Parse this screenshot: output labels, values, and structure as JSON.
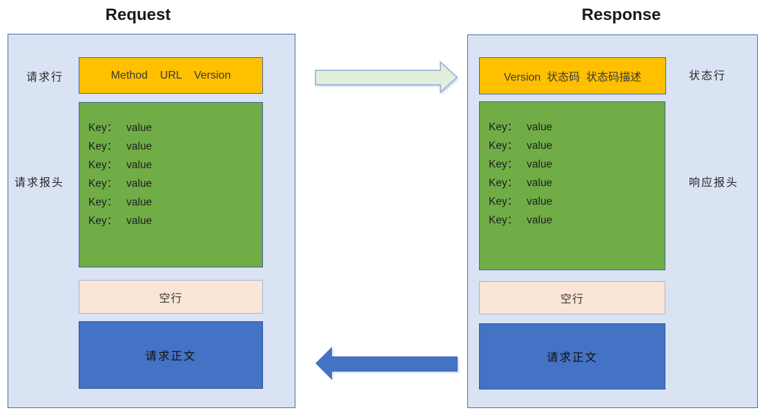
{
  "titles": {
    "request": "Request",
    "response": "Response"
  },
  "request_panel": {
    "line_label": "请求行",
    "line_box": "Method    URL    Version",
    "headers_label": "请求报头",
    "header_lines": [
      "Key：   value",
      "Key：   value",
      "Key：   value",
      "Key：   value",
      "Key：   value",
      "Key：   value"
    ],
    "blank_line": "空行",
    "body": "请求正文"
  },
  "response_panel": {
    "line_label": "状态行",
    "line_box": "Version  状态码  状态码描述",
    "headers_label": "响应报头",
    "header_lines": [
      "Key：   value",
      "Key：   value",
      "Key：   value",
      "Key：   value",
      "Key：   value",
      "Key：   value"
    ],
    "blank_line": "空行",
    "body": "请求正文"
  },
  "colors": {
    "panel_fill": "#DAE3F3",
    "panel_border": "#4A6DA7",
    "line_box_fill": "#FFC000",
    "headers_box_fill": "#70AD47",
    "blank_box_fill": "#FBE5D6",
    "body_box_fill": "#4472C4",
    "forward_arrow_fill": "#E2EFDA",
    "forward_arrow_stroke": "#8FAADC",
    "back_arrow_fill": "#4472C4"
  }
}
